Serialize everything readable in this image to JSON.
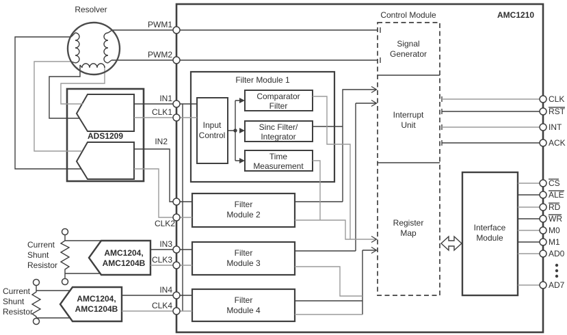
{
  "chip": {
    "name": "AMC1210"
  },
  "external": {
    "resolver": "Resolver",
    "ads1209": "ADS1209",
    "amc1204": {
      "l1": "AMC1204,",
      "l2": "AMC1204B"
    },
    "shunt": {
      "l1": "Current",
      "l2": "Shunt",
      "l3": "Resistor"
    }
  },
  "pins": {
    "left": {
      "pwm1": "PWM1",
      "pwm2": "PWM2",
      "in1": "IN1",
      "clk1": "CLK1",
      "in2": "IN2",
      "clk2": "CLK2",
      "in3": "IN3",
      "clk3": "CLK3",
      "in4": "IN4",
      "clk4": "CLK4"
    },
    "right": {
      "clk": "CLK",
      "rst": "RST",
      "int": "INT",
      "ack": "ACK",
      "cs": "CS",
      "ale": "ALE",
      "rd": "RD",
      "wr": "WR",
      "m0": "M0",
      "m1": "M1",
      "ad0": "AD0",
      "ad7": "AD7"
    }
  },
  "blocks": {
    "control_module": "Control Module",
    "signal_generator": {
      "l1": "Signal",
      "l2": "Generator"
    },
    "interrupt_unit": {
      "l1": "Interrupt",
      "l2": "Unit"
    },
    "register_map": {
      "l1": "Register",
      "l2": "Map"
    },
    "interface_module": {
      "l1": "Interface",
      "l2": "Module"
    },
    "filter_module_1": {
      "title": "Filter Module 1"
    },
    "input_control": {
      "l1": "Input",
      "l2": "Control"
    },
    "comparator_filter": {
      "l1": "Comparator",
      "l2": "Filter"
    },
    "sinc_filter": {
      "l1": "Sinc Filter/",
      "l2": "Integrator"
    },
    "time_measurement": {
      "l1": "Time",
      "l2": "Measurement"
    },
    "filter_module_2": {
      "l1": "Filter",
      "l2": "Module 2"
    },
    "filter_module_3": {
      "l1": "Filter",
      "l2": "Module 3"
    },
    "filter_module_4": {
      "l1": "Filter",
      "l2": "Module 4"
    }
  },
  "colors": {
    "line_dark": "#3f3f3f",
    "line_gray": "#9a9a9a",
    "background": "#ffffff"
  }
}
